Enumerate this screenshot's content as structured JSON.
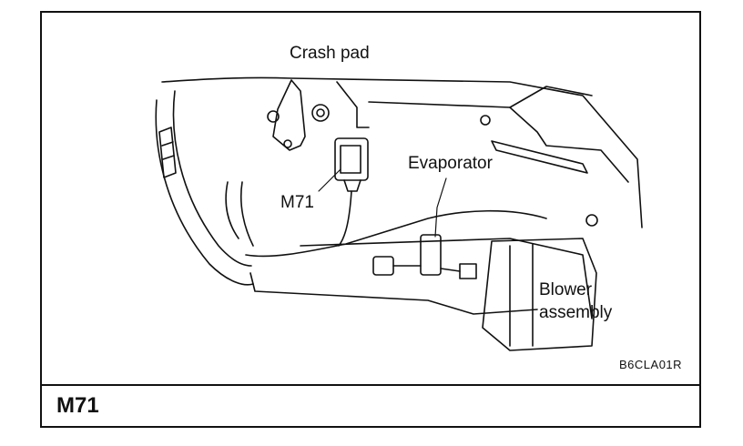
{
  "labels": {
    "crash_pad": "Crash pad",
    "evaporator": "Evaporator",
    "m71": "M71",
    "blower_line1": "Blower",
    "blower_line2": "assembly"
  },
  "figure_code": "B6CLA01R",
  "component_id": "M71"
}
